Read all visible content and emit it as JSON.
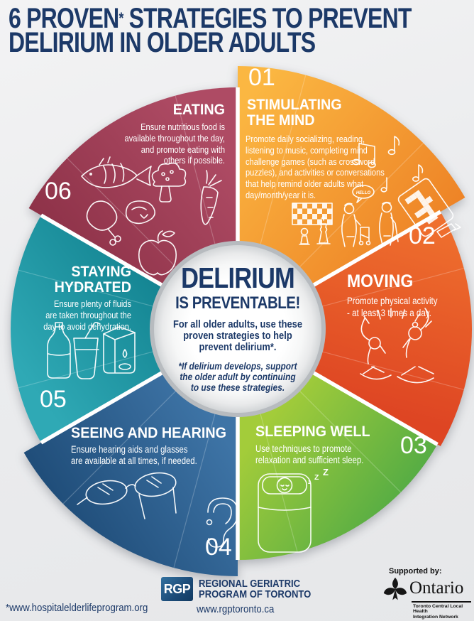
{
  "title": {
    "line1_pre": "6 PROVEN",
    "line1_sup": "*",
    "line1_post": " STRATEGIES TO PREVENT",
    "line2": "DELIRIUM IN OLDER ADULTS"
  },
  "center": {
    "heading_line1": "DELIRIUM",
    "heading_line2": "IS PREVENTABLE!",
    "body_lines": [
      "For all older adults, use these",
      "proven strategies to help",
      "prevent delirium*."
    ],
    "note_lines": [
      "*If delirium develops, support",
      "the older adult by continuing",
      "to use these strategies."
    ]
  },
  "segments": [
    {
      "number": "01",
      "title_lines": [
        "STIMULATING",
        "THE MIND"
      ],
      "body_lines": [
        "Promote daily socializing, reading,",
        "listening to music, completing mind",
        "challenge games (such as crossword",
        "puzzles), and activities or conversations",
        "that help remind older adults what",
        "day/month/year it is."
      ],
      "colors": {
        "start": "#FBB742",
        "end": "#ED8125"
      },
      "speech_bubble_text": "HELLO",
      "icons": [
        "music-notes-icon",
        "crossword-puzzle-icon",
        "chess-board-icon",
        "seniors-talking-icon"
      ]
    },
    {
      "number": "02",
      "title_lines": [
        "MOVING"
      ],
      "body_lines": [
        "Promote physical activity",
        "- at least 3 times a day."
      ],
      "colors": {
        "start": "#EF702E",
        "end": "#DE4523"
      },
      "icons": [
        "stretching-people-icon"
      ]
    },
    {
      "number": "03",
      "title_lines": [
        "SLEEPING WELL"
      ],
      "body_lines": [
        "Use techniques to promote",
        "relaxation and sufficient sleep."
      ],
      "colors": {
        "start": "#A3CC3A",
        "end": "#3EA347"
      },
      "sleep_zzz": [
        "z",
        "Z",
        "Z"
      ],
      "icons": [
        "person-sleeping-icon"
      ]
    },
    {
      "number": "04",
      "title_lines": [
        "SEEING AND HEARING"
      ],
      "body_lines": [
        "Ensure hearing aids and glasses",
        "are available at all times, if needed."
      ],
      "colors": {
        "start": "#3E74A6",
        "end": "#1A4671"
      },
      "icons": [
        "eyeglasses-icon",
        "ear-icon"
      ]
    },
    {
      "number": "05",
      "title_lines": [
        "STAYING",
        "HYDRATED"
      ],
      "body_lines": [
        "Ensure plenty of fluids",
        "are taken throughout the",
        "day to avoid dehydration."
      ],
      "colors": {
        "start": "#2FA9B5",
        "end": "#0F7E8C"
      },
      "icons": [
        "water-bottle-icon",
        "drinking-glass-icon",
        "milk-carton-icon"
      ]
    },
    {
      "number": "06",
      "title_lines": [
        "EATING"
      ],
      "body_lines": [
        "Ensure nutritious food is",
        "available throughout the day,",
        "and promote eating with",
        "others if possible."
      ],
      "colors": {
        "start": "#AE4B64",
        "end": "#8A2F45"
      },
      "icons": [
        "fish-icon",
        "broccoli-icon",
        "carrot-icon",
        "drumstick-icon",
        "steak-icon",
        "apple-icon"
      ]
    }
  ],
  "footer": {
    "hel_url": "*www.hospitalelderlifeprogram.org",
    "rgp_logo_text": "RGP",
    "rgp_name_lines": [
      "REGIONAL GERIATRIC",
      "PROGRAM OF TORONTO"
    ],
    "rgp_url": "www.rgptoronto.ca",
    "supported_by": "Supported by:",
    "ontario_wordmark": "Ontario",
    "lhin_lines": [
      "Toronto Central Local Health",
      "Integration Network"
    ]
  },
  "colors": {
    "title_navy": "#1C3968",
    "center_text_navy": "#1C3968",
    "wheel_number_white": "#FFFFFF"
  }
}
